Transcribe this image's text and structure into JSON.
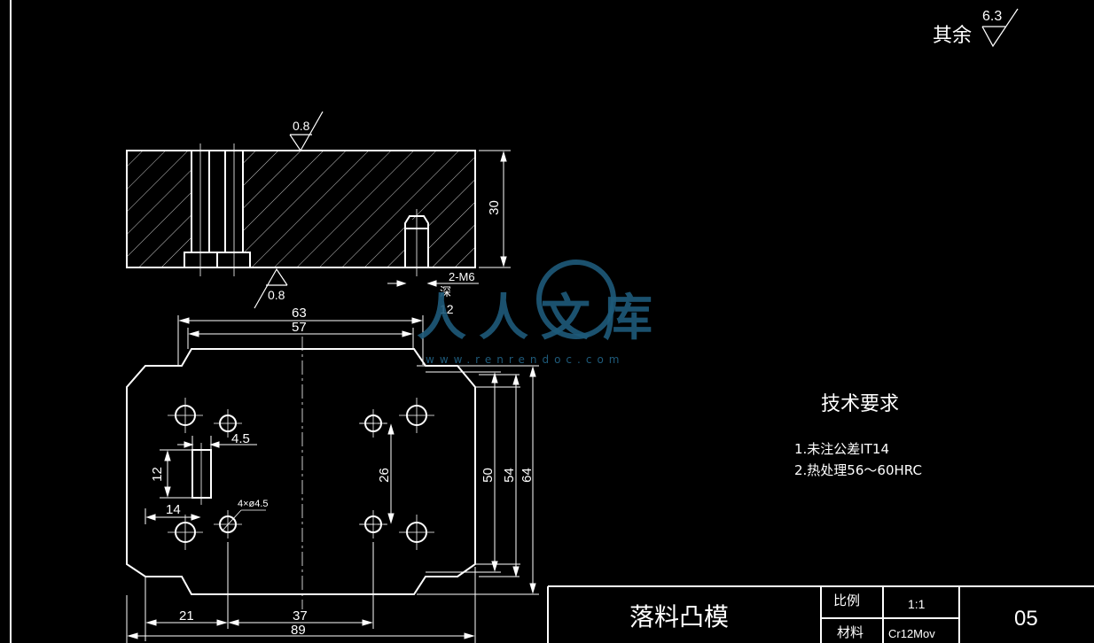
{
  "surface_finish": {
    "rest_label": "其余",
    "rest_value": "6.3",
    "top_value": "0.8",
    "bottom_value": "0.8"
  },
  "section_view": {
    "height_dim": "30",
    "thread_label": "2-M6",
    "depth_label": "深",
    "depth_value": "12"
  },
  "plan_view": {
    "dim_63": "63",
    "dim_57": "57",
    "dim_45": "4.5",
    "dim_12": "12",
    "dim_14": "14",
    "hole_note": "4×ø4.5",
    "dim_26": "26",
    "dim_50": "50",
    "dim_54": "54",
    "dim_64": "64",
    "dim_21": "21",
    "dim_37": "37",
    "dim_89": "89"
  },
  "tech_requirements": {
    "title": "技术要求",
    "items": [
      "1.未注公差IT14",
      "2.热处理56～60HRC"
    ]
  },
  "title_block": {
    "part_name": "落料凸模",
    "scale_label": "比例",
    "scale_value": "1:1",
    "material_label": "材料",
    "material_value": "Cr12Mov",
    "drawing_no": "05"
  },
  "watermark": {
    "name": "人人文库",
    "url": "www.renrendoc.com",
    "color": "#1e5a7a"
  }
}
